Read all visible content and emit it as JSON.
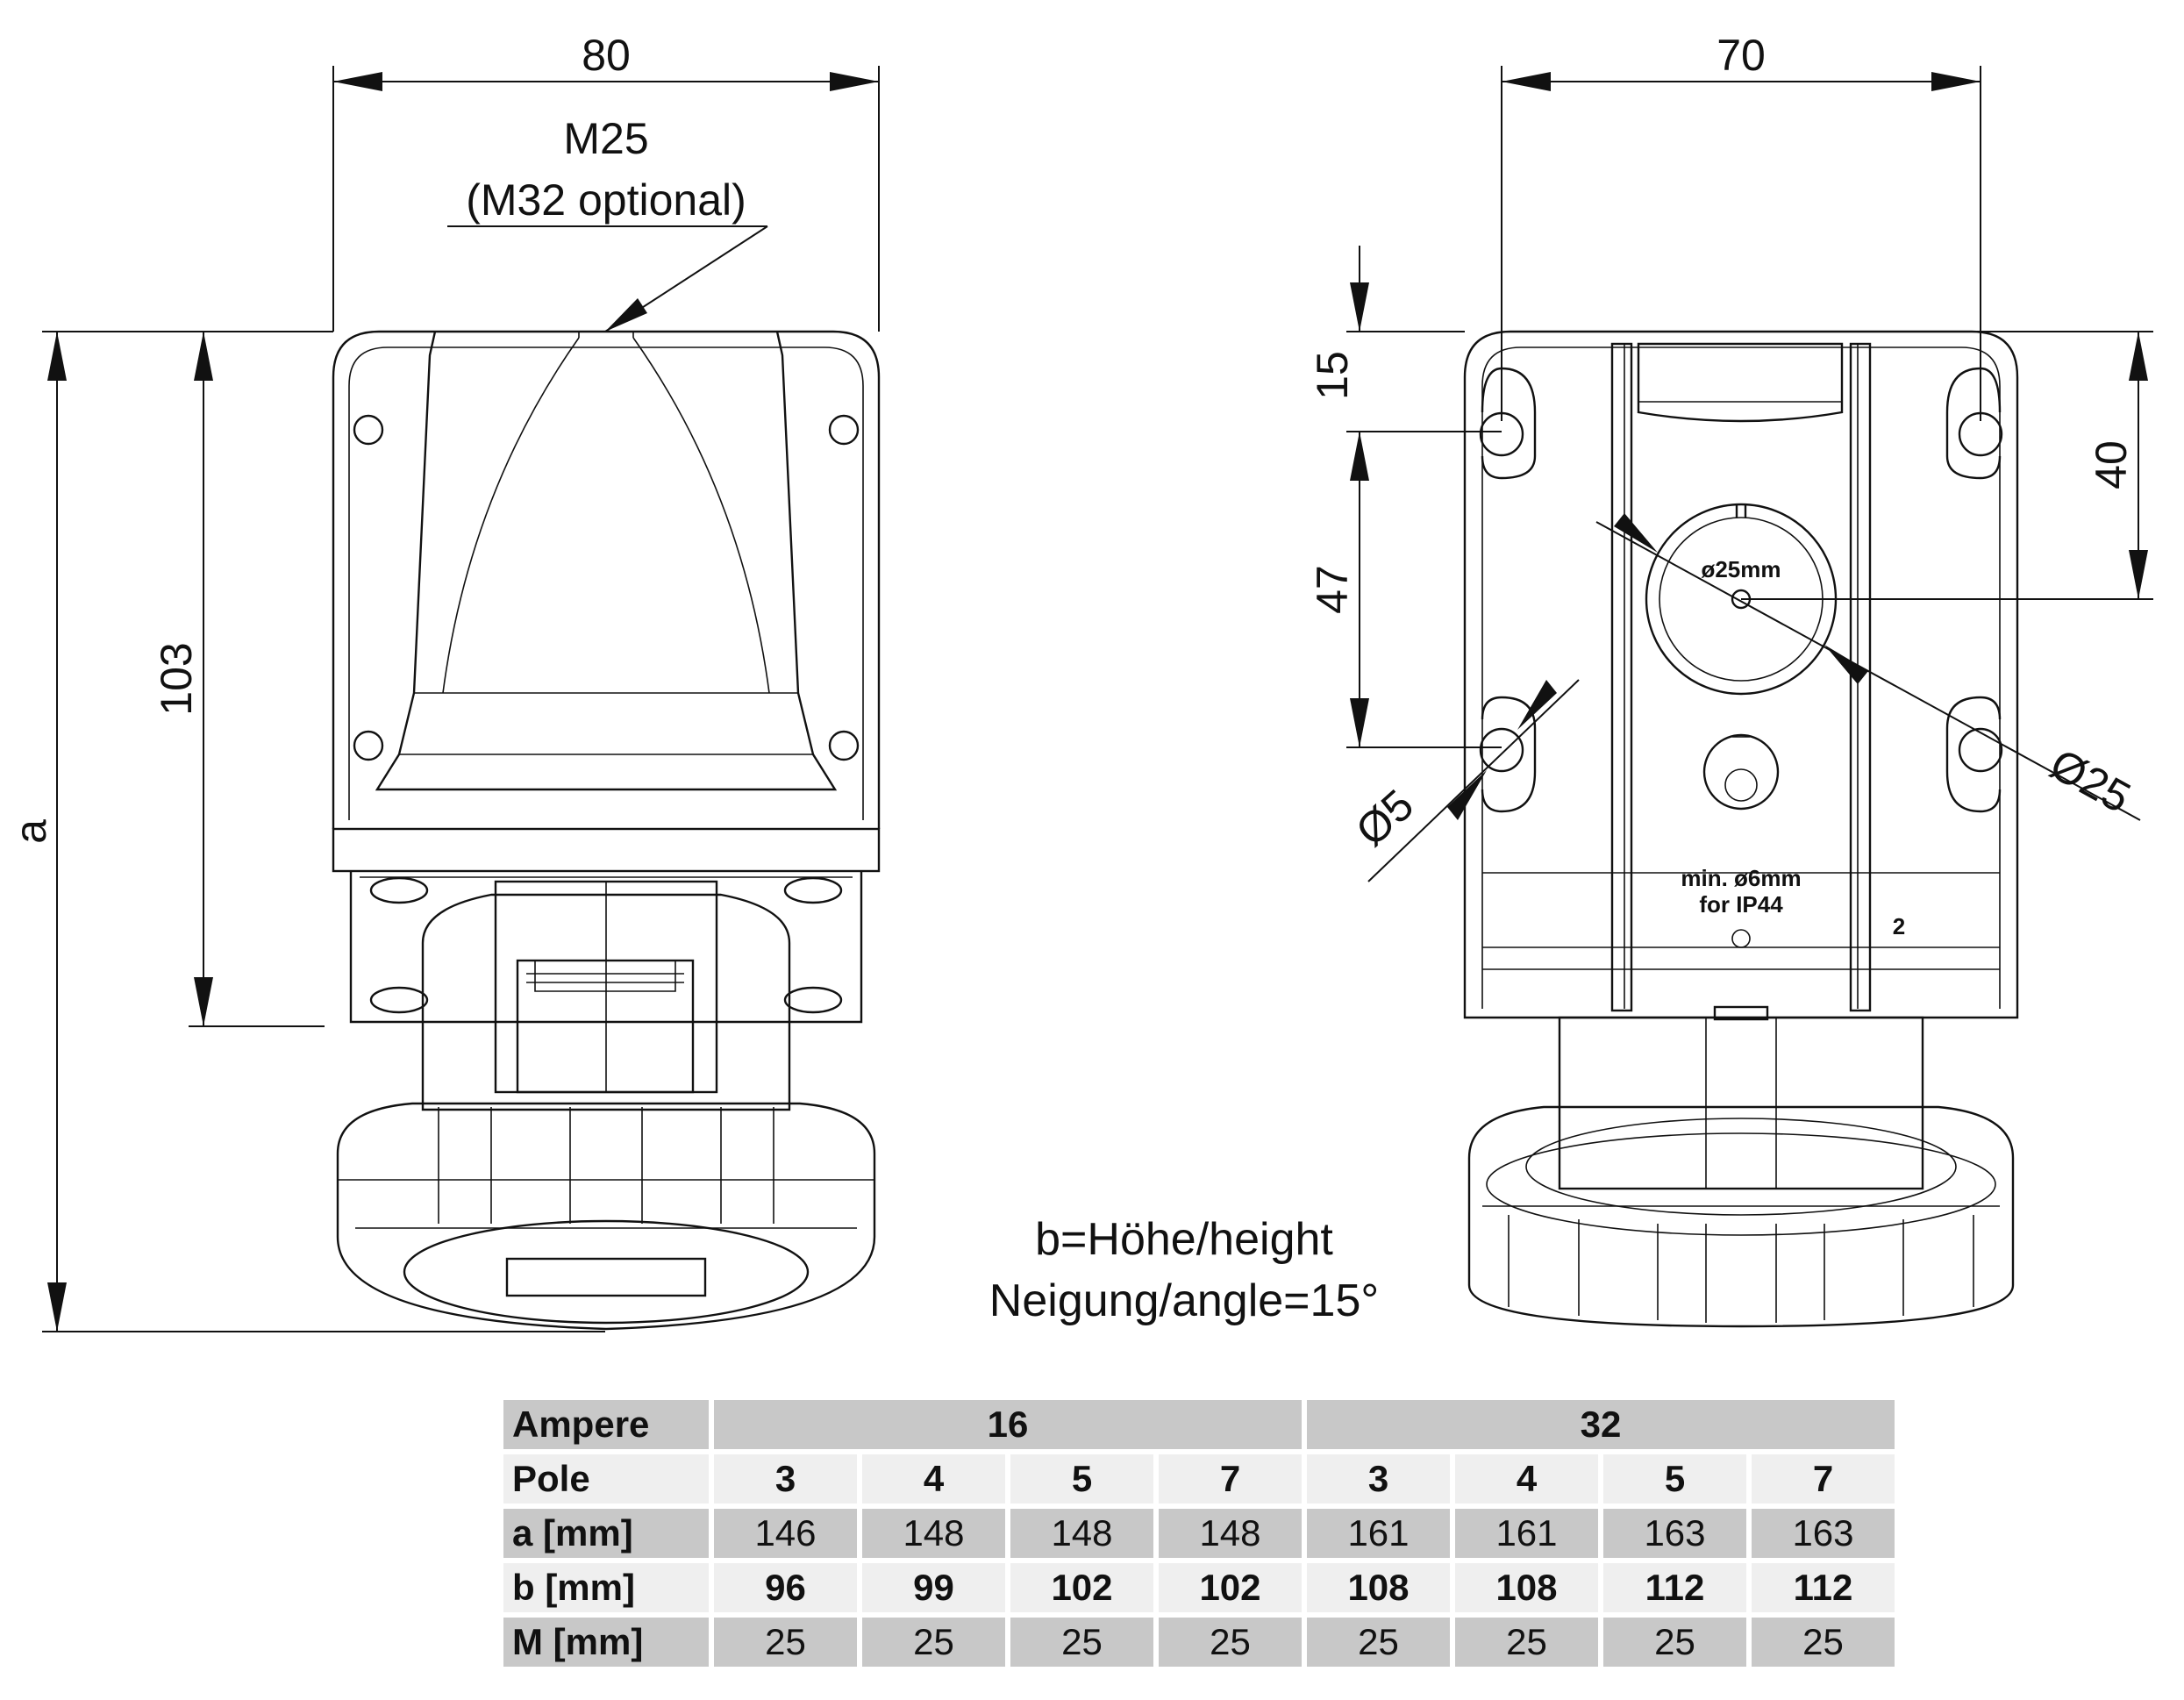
{
  "side_view": {
    "width_dim": "80",
    "thread_label": "M25",
    "thread_optional": "(M32 optional)",
    "height_dim": "103",
    "overall_dim": "a"
  },
  "front_view": {
    "width_dim": "70",
    "top_offset_dim": "15",
    "hole_pitch_dim": "47",
    "center_dim": "40",
    "hole_diameter_dim": "Ø5",
    "entry_diameter_dim": "Ø25",
    "entry_marking": "ø25mm",
    "ip_marking_line1": "min. ø6mm",
    "ip_marking_line2": "for IP44",
    "part_number_marking": "2"
  },
  "notes": {
    "height_note": "b=Höhe/height",
    "angle_note": "Neigung/angle=15°"
  },
  "table": {
    "rows": [
      {
        "label": "Ampere",
        "groups": [
          "16",
          "32"
        ]
      },
      {
        "label": "Pole",
        "cells": [
          "3",
          "4",
          "5",
          "7",
          "3",
          "4",
          "5",
          "7"
        ]
      },
      {
        "label": "a [mm]",
        "cells": [
          "146",
          "148",
          "148",
          "148",
          "161",
          "161",
          "163",
          "163"
        ]
      },
      {
        "label": "b [mm]",
        "cells": [
          "96",
          "99",
          "102",
          "102",
          "108",
          "108",
          "112",
          "112"
        ]
      },
      {
        "label": "M [mm]",
        "cells": [
          "25",
          "25",
          "25",
          "25",
          "25",
          "25",
          "25",
          "25"
        ]
      }
    ]
  }
}
